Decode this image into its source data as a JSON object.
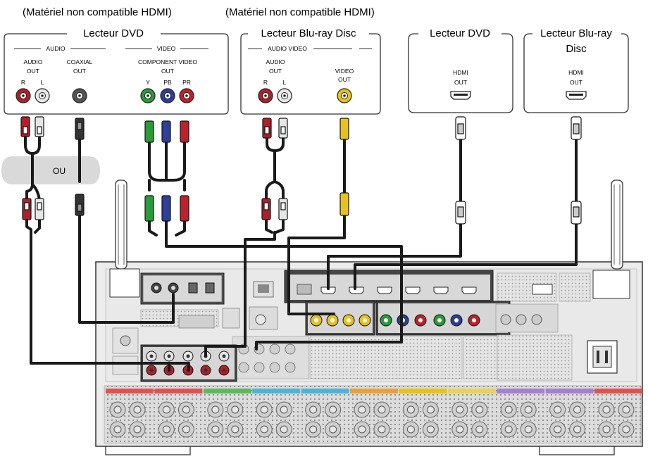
{
  "headers": {
    "non_hdmi_left": "(Matériel non compatible HDMI)",
    "non_hdmi_right": "(Matériel non compatible HDMI)"
  },
  "devices": {
    "dvd1": {
      "title": "Lecteur DVD",
      "audio_group": "AUDIO",
      "video_group": "VIDEO",
      "audio_out_1": "AUDIO",
      "audio_out_2": "OUT",
      "coax_1": "COAXIAL",
      "coax_2": "OUT",
      "component_1": "COMPONENT VIDEO",
      "component_2": "OUT",
      "r": "R",
      "l": "L",
      "y": "Y",
      "pb": "PB",
      "pr": "PR"
    },
    "bluray1": {
      "title": "Lecteur Blu-ray Disc",
      "audio_video_group": "AUDIO VIDEO",
      "audio_out_1": "AUDIO",
      "audio_out_2": "OUT",
      "video_out_1": "VIDEO",
      "video_out_2": "OUT",
      "r": "R",
      "l": "L"
    },
    "dvd2": {
      "title": "Lecteur DVD",
      "hdmi_1": "HDMI",
      "hdmi_2": "OUT"
    },
    "bluray2": {
      "title_line1": "Lecteur Blu-ray",
      "title_line2": "Disc",
      "hdmi_1": "HDMI",
      "hdmi_2": "OUT"
    }
  },
  "ou_label": "OU",
  "colors": {
    "audio_red": "#b0202a",
    "audio_white": "#e8e8e8",
    "coax_black": "#222222",
    "video_green": "#2a9a3a",
    "video_blue": "#2c3f9a",
    "video_red": "#c0202a",
    "composite_yellow": "#e8c21a",
    "cable": "#1a1a1a",
    "ou_bubble": "#d9d9d9",
    "receiver_body": "#ececec",
    "receiver_outline": "#333333",
    "speaker_colors": [
      "#e0524f",
      "#e0524f",
      "#5cba5c",
      "#4fb3d8",
      "#4fb3d8",
      "#e8a23a",
      "#e8c21a",
      "#e8d25a",
      "#a57fd0",
      "#a57fd0"
    ]
  }
}
